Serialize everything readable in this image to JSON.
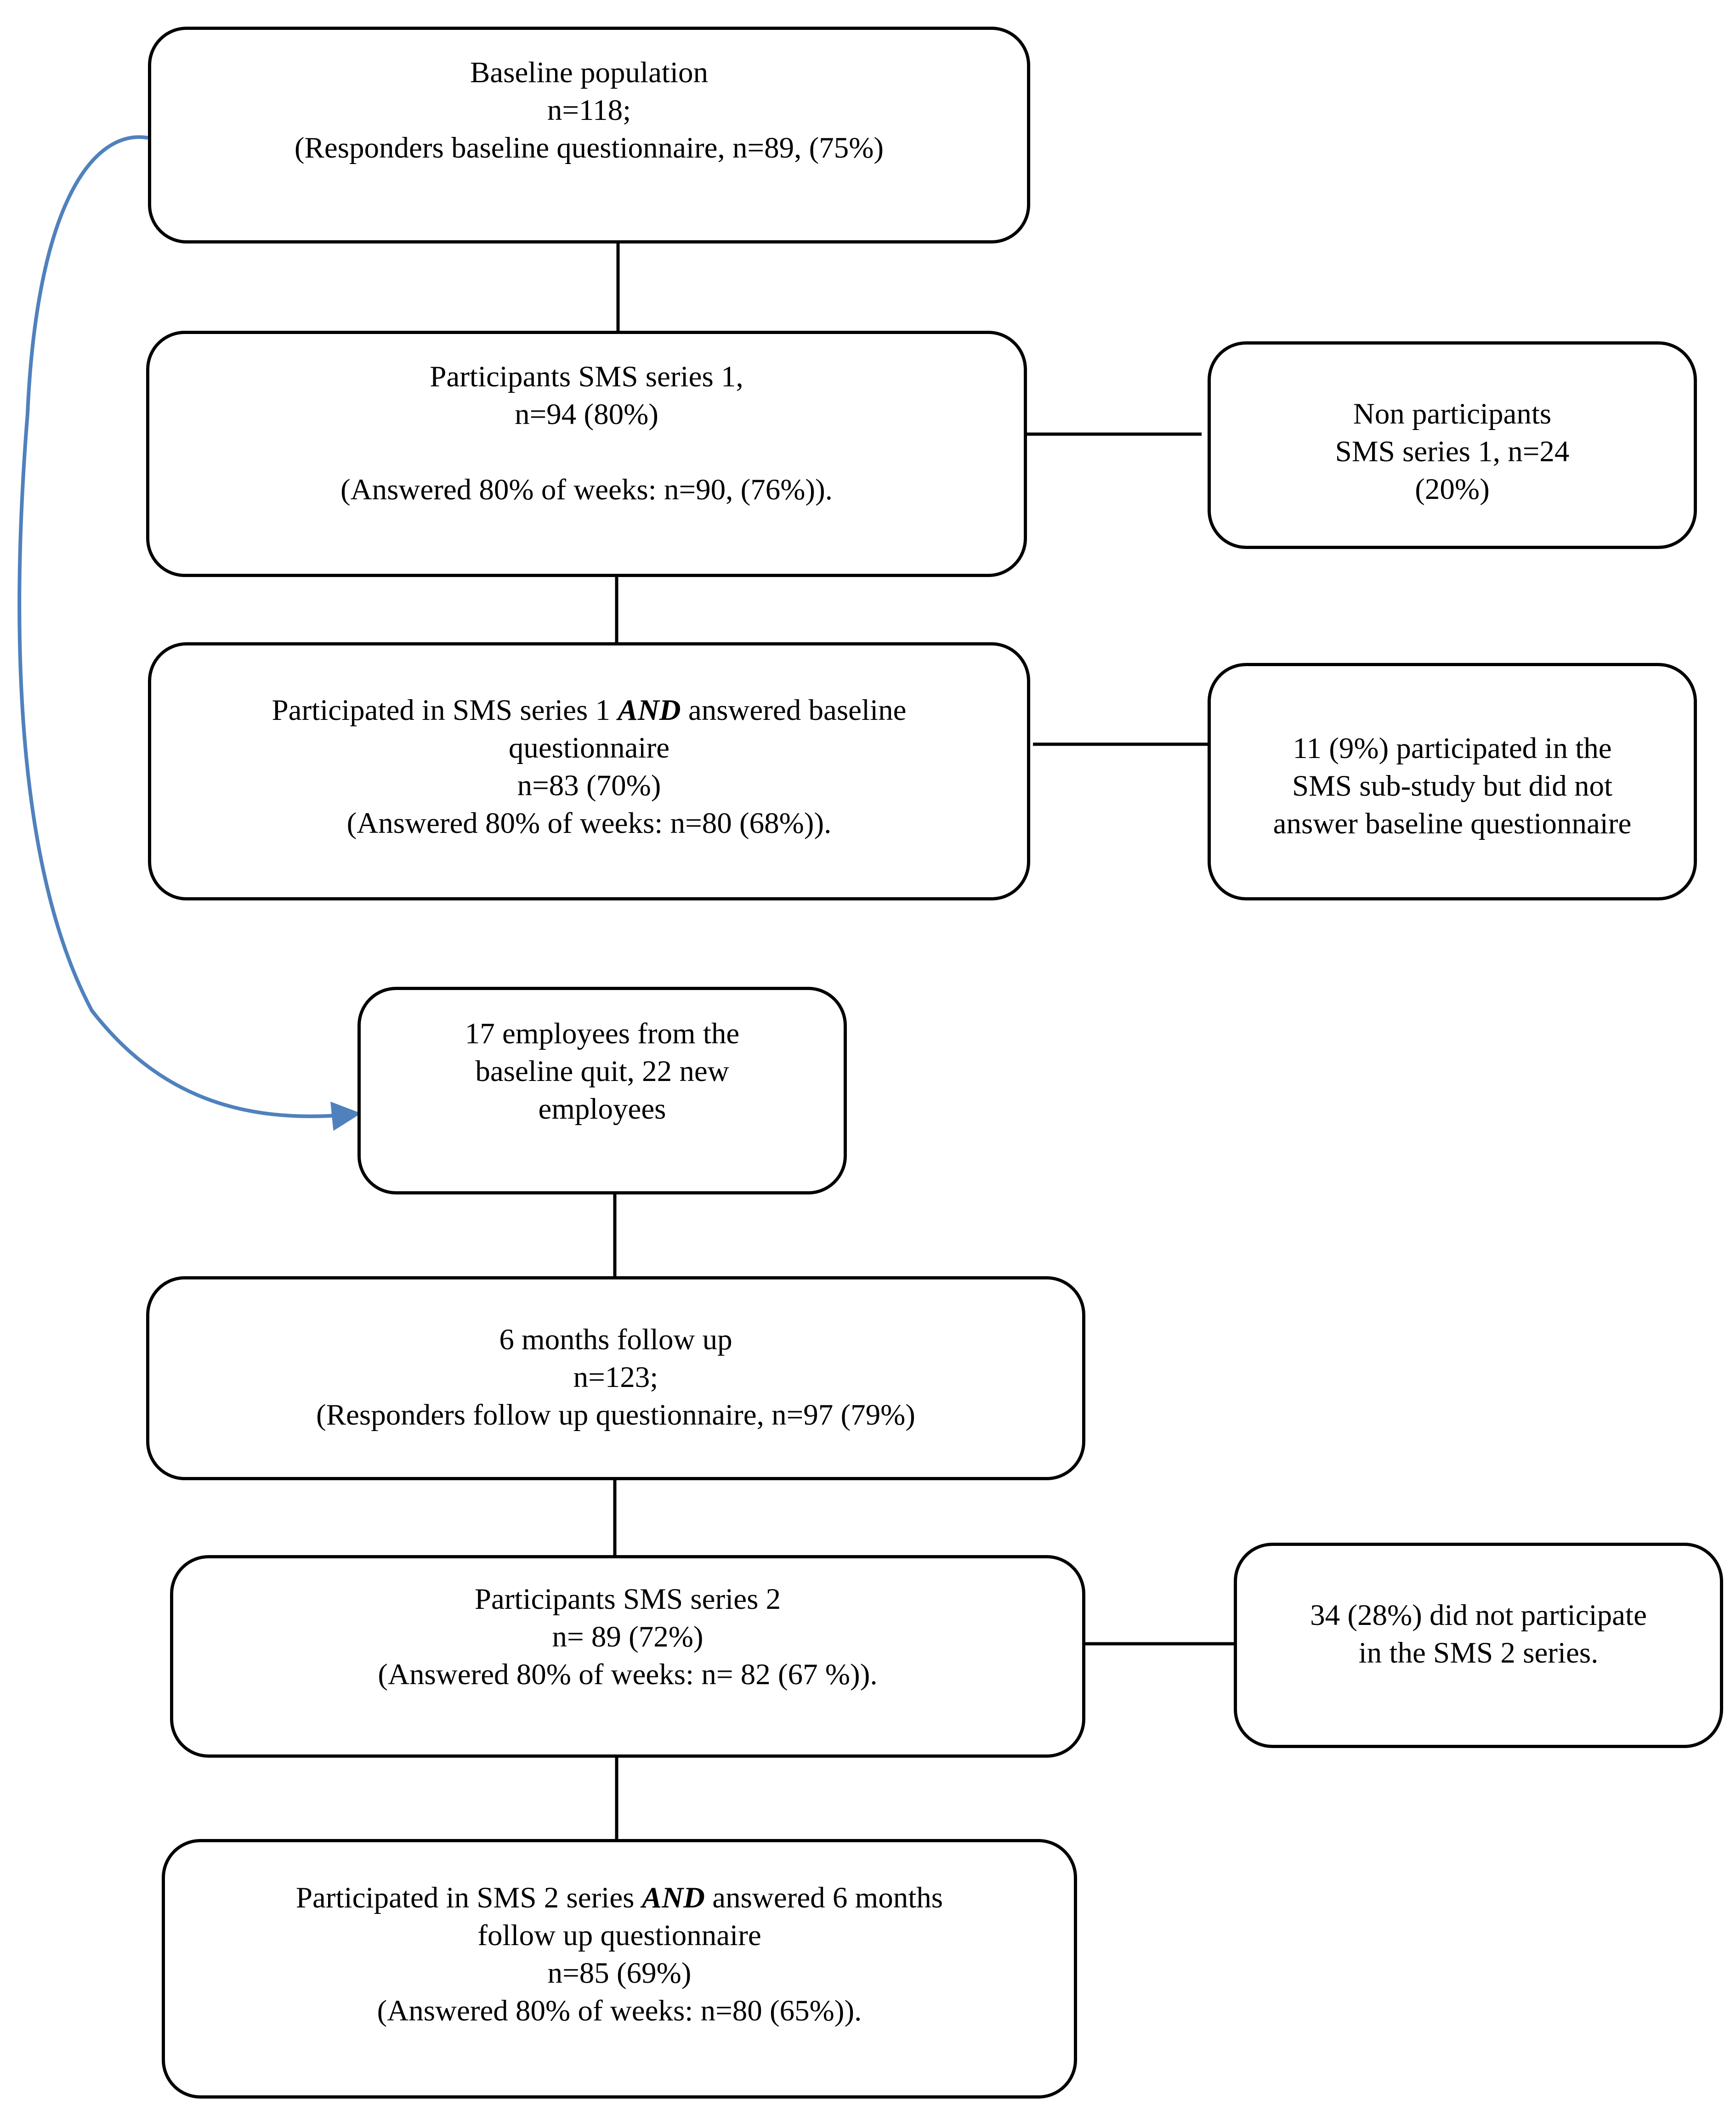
{
  "colors": {
    "box_border": "#000000",
    "loop_arrow": "#4f81bd"
  },
  "nodes": {
    "baseline": {
      "line1": "Baseline population",
      "line2": "n=118;",
      "line3": "(Responders baseline questionnaire, n=89, (75%)"
    },
    "sms1": {
      "line1": "Participants SMS series 1,",
      "line2": "n=94 (80%)",
      "line3": "(Answered 80% of weeks: n=90, (76%))."
    },
    "non_participants": {
      "line1": "Non participants",
      "line2": "SMS series 1, n=24",
      "line3": "(20%)"
    },
    "sms1_and_baseline": {
      "line1_pre": "Participated in SMS series 1 ",
      "line1_em": "AND",
      "line1_post": " answered baseline",
      "line2": "questionnaire",
      "line3": "n=83 (70%)",
      "line4": "(Answered 80% of weeks: n=80 (68%))."
    },
    "no_baseline": {
      "line1": "11 (9%) participated in the",
      "line2": "SMS sub-study but did not",
      "line3": "answer baseline questionnaire"
    },
    "turnover": {
      "line1": "17 employees from the",
      "line2": "baseline quit, 22 new",
      "line3": "employees"
    },
    "followup": {
      "line1": "6 months follow up",
      "line2": "n=123;",
      "line3": "(Responders follow up questionnaire, n=97 (79%)"
    },
    "sms2": {
      "line1": "Participants SMS series 2",
      "line2": "n= 89 (72%)",
      "line3": "(Answered 80% of weeks: n= 82 (67 %))."
    },
    "no_sms2": {
      "line1": "34 (28%) did not participate",
      "line2": "in the SMS 2 series."
    },
    "sms2_and_followup": {
      "line1_pre": "Participated in SMS 2 series ",
      "line1_em": "AND",
      "line1_post": " answered 6 months",
      "line2": "follow up questionnaire",
      "line3": "n=85 (69%)",
      "line4": "(Answered 80% of weeks: n=80 (65%))."
    }
  }
}
